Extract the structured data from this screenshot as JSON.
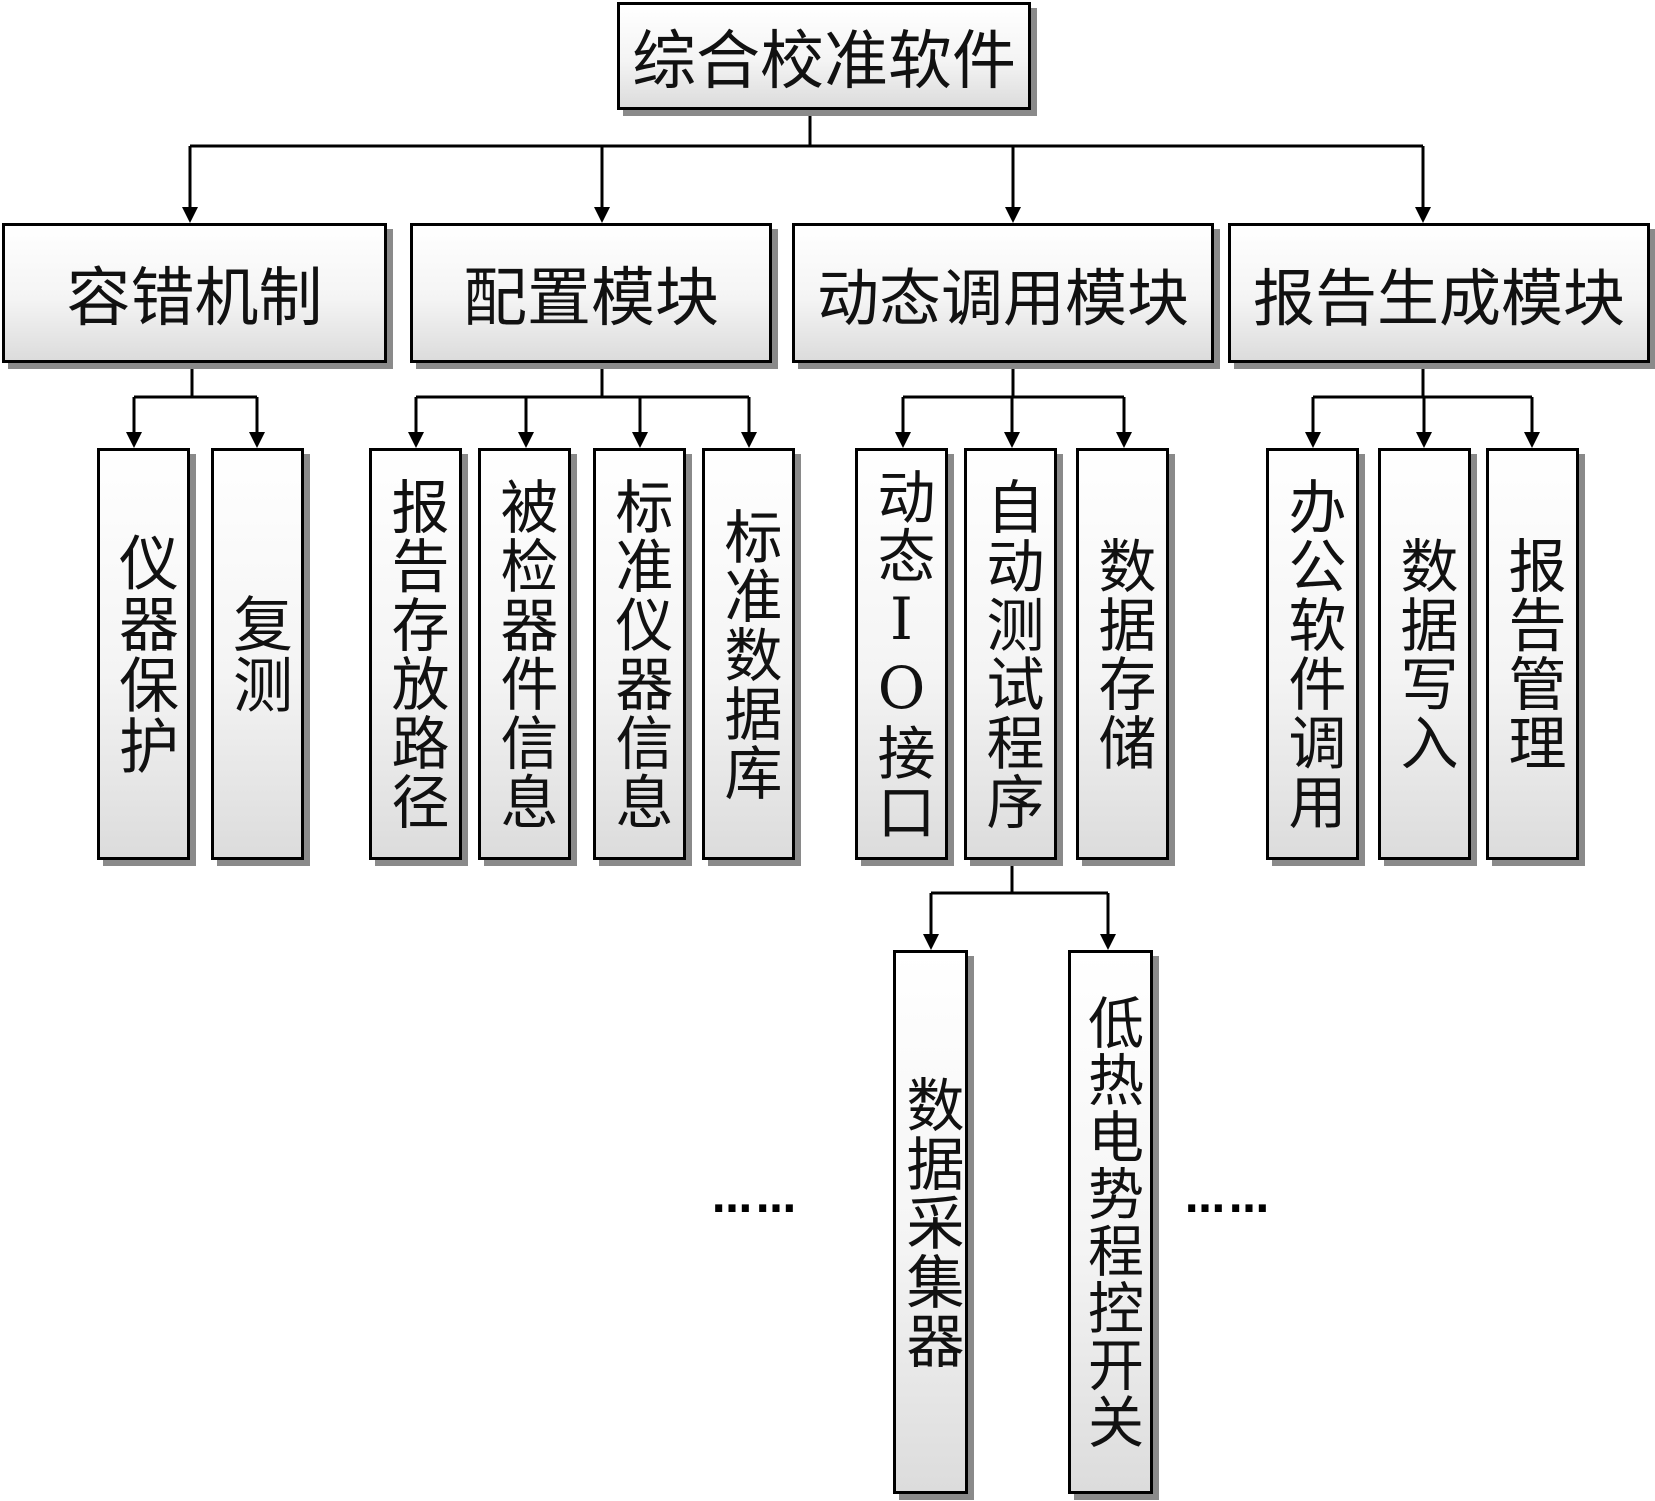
{
  "root": {
    "label": "综合校准软件"
  },
  "modules": [
    {
      "label": "容错机制",
      "children": [
        "仪器保护",
        "复测"
      ]
    },
    {
      "label": "配置模块",
      "children": [
        "报告存放路径",
        "被检器件信息",
        "标准仪器信息",
        "标准数据库"
      ]
    },
    {
      "label": "动态调用模块",
      "children": [
        "动态IO接口",
        "自动测试程序",
        "数据存储"
      ]
    },
    {
      "label": "报告生成模块",
      "children": [
        "办公软件调用",
        "数据写入",
        "报告管理"
      ]
    }
  ],
  "auto_test_children": [
    "数据采集器",
    "低热电势程控开关"
  ],
  "ellipsis": [
    "……",
    "……"
  ]
}
